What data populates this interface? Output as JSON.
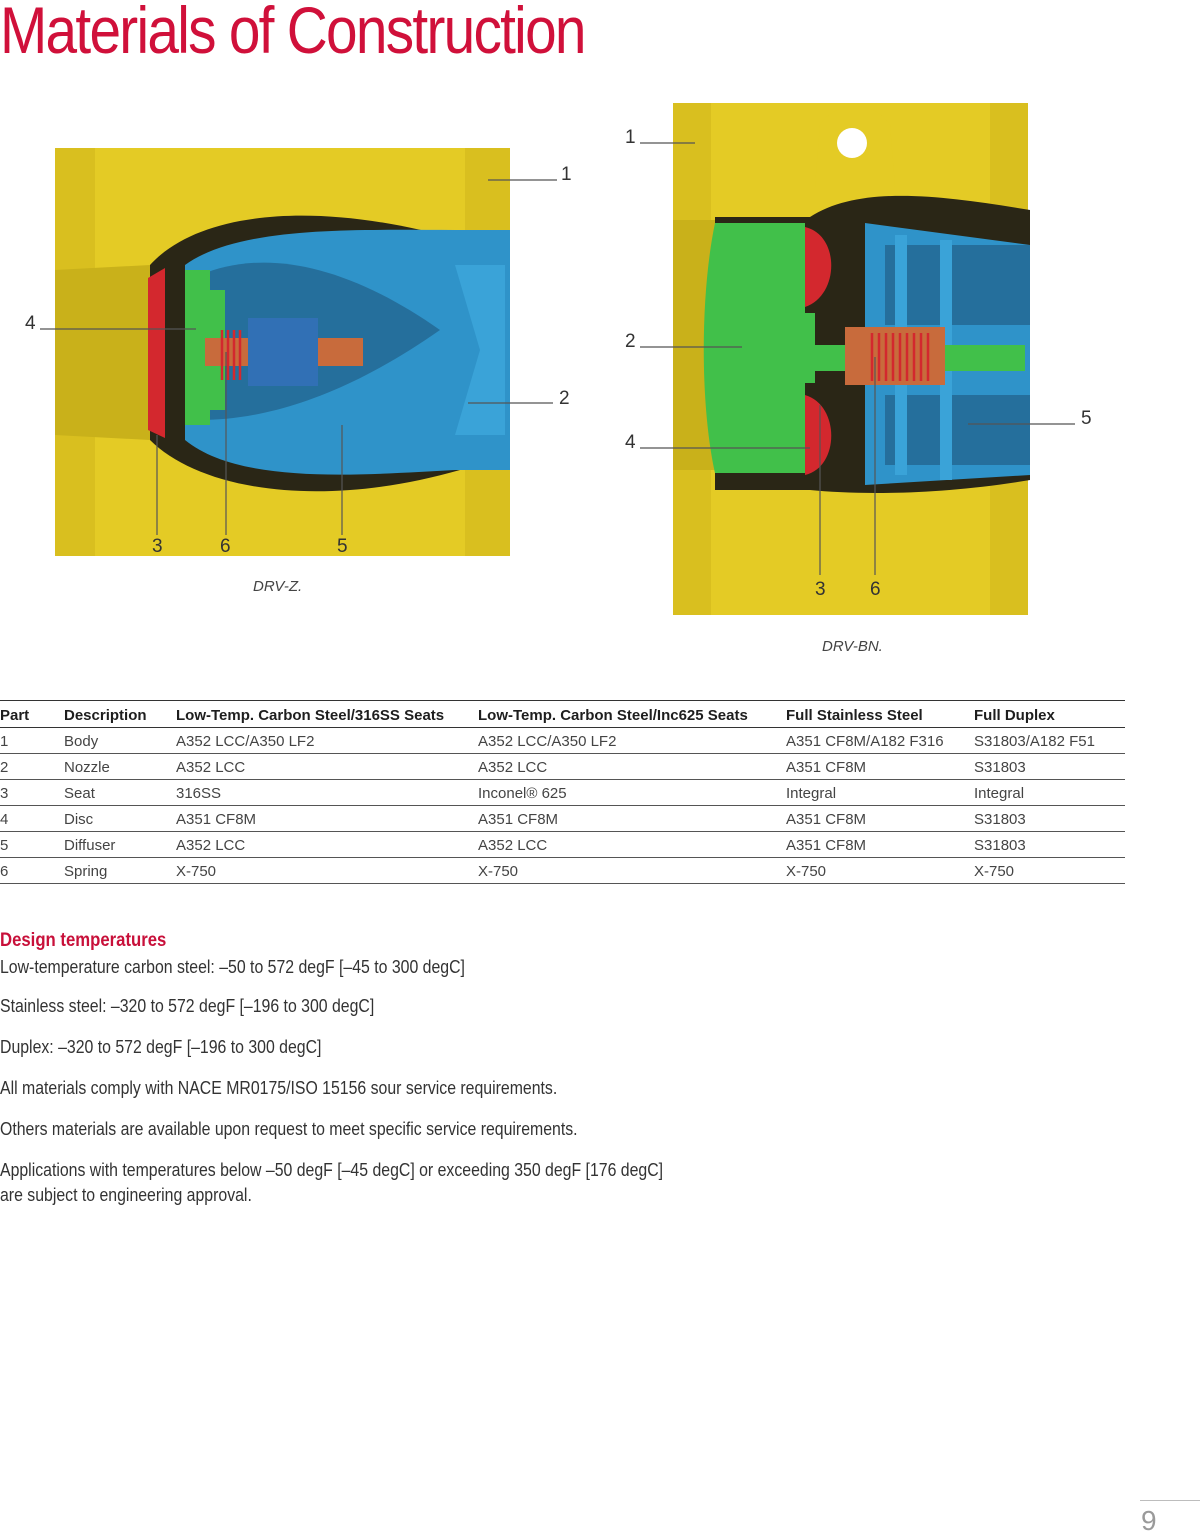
{
  "page": {
    "title": "Materials of Construction",
    "page_number": "9"
  },
  "figures": {
    "left": {
      "caption": "DRV-Z.",
      "callouts": {
        "c1": "1",
        "c2": "2",
        "c3": "3",
        "c4": "4",
        "c5": "5",
        "c6": "6"
      }
    },
    "right": {
      "caption": "DRV-BN.",
      "callouts": {
        "c1": "1",
        "c2": "2",
        "c3": "3",
        "c4": "4",
        "c5": "5",
        "c6": "6"
      }
    },
    "colors": {
      "body": "#e4cb25",
      "body_dark": "#b59f16",
      "interior": "#2a2616",
      "nozzle": "#2f93c9",
      "seat": "#d3282e",
      "disc": "#41c04a",
      "spring": "#c86b3c",
      "diffuser": "#2f93c9"
    }
  },
  "table": {
    "headers": [
      "Part",
      "Description",
      "Low-Temp. Carbon Steel/316SS Seats",
      "Low-Temp. Carbon Steel/Inc625 Seats",
      "Full Stainless Steel",
      "Full Duplex"
    ],
    "rows": [
      [
        "1",
        "Body",
        "A352 LCC/A350 LF2",
        "A352 LCC/A350 LF2",
        "A351 CF8M/A182 F316",
        "S31803/A182 F51"
      ],
      [
        "2",
        "Nozzle",
        "A352 LCC",
        "A352 LCC",
        "A351 CF8M",
        "S31803"
      ],
      [
        "3",
        "Seat",
        "316SS",
        "Inconel® 625",
        "Integral",
        "Integral"
      ],
      [
        "4",
        "Disc",
        "A351 CF8M",
        "A351 CF8M",
        "A351 CF8M",
        "S31803"
      ],
      [
        "5",
        "Diffuser",
        "A352 LCC",
        "A352 LCC",
        "A351 CF8M",
        "S31803"
      ],
      [
        "6",
        "Spring",
        "X-750",
        "X-750",
        "X-750",
        "X-750"
      ]
    ]
  },
  "design": {
    "heading": "Design temperatures",
    "lines": [
      "Low-temperature carbon steel: –50 to 572 degF [–45 to 300 degC]",
      "Stainless steel: –320 to 572 degF [–196 to 300 degC]",
      "Duplex: –320 to 572 degF [–196 to 300 degC]",
      "All materials comply with NACE MR0175/ISO 15156 sour service requirements.",
      "Others materials are available upon request to meet specific service requirements.",
      "Applications with temperatures below –50 degF [–45 degC] or exceeding 350 degF [176 degC]",
      "are subject to engineering approval."
    ]
  }
}
